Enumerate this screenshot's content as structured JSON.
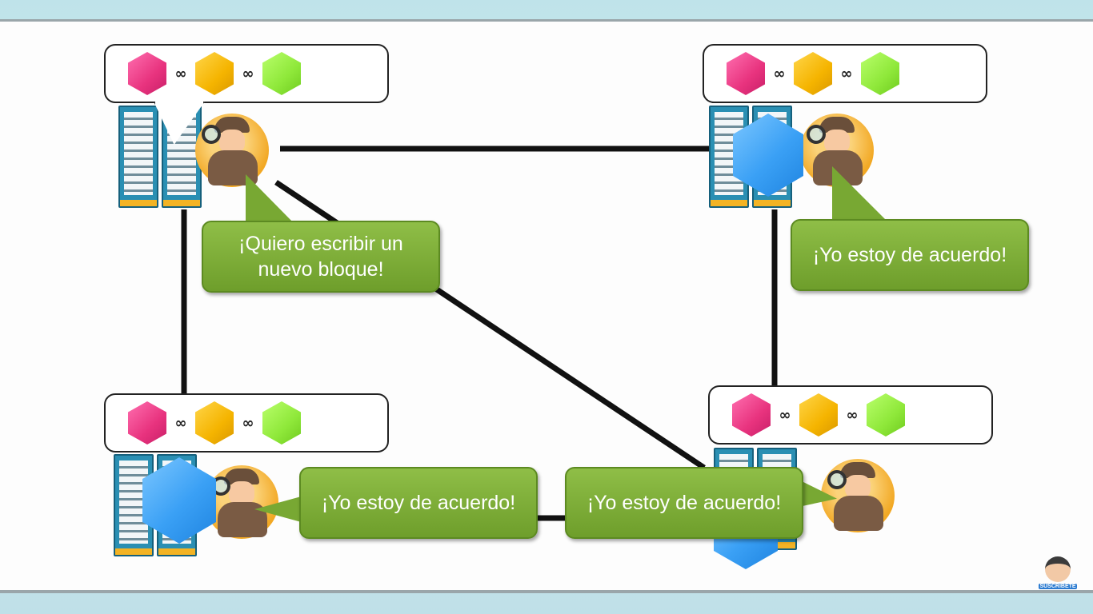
{
  "nodes": [
    {
      "id": "top-left",
      "chain": [
        "pink",
        "yellow",
        "green"
      ],
      "has_new_block": false
    },
    {
      "id": "top-right",
      "chain": [
        "pink",
        "yellow",
        "green"
      ],
      "has_new_block": true
    },
    {
      "id": "bottom-left",
      "chain": [
        "pink",
        "yellow",
        "green"
      ],
      "has_new_block": true
    },
    {
      "id": "bottom-right",
      "chain": [
        "pink",
        "yellow",
        "green"
      ],
      "has_new_block": true
    }
  ],
  "bubbles": {
    "top_left_line1": "¡Quiero escribir un",
    "top_left_line2": "nuevo bloque!",
    "top_right": "¡Yo estoy de acuerdo!",
    "bottom_left": "¡Yo estoy de acuerdo!",
    "bottom_right": "¡Yo estoy de acuerdo!"
  },
  "subscribe_label": "SUSCRIBETE",
  "colors": {
    "bubble_green": "#7aab35",
    "new_block_blue": "#3aa0f5",
    "block_pink": "#e8337e",
    "block_yellow": "#f5b400",
    "block_green": "#8fe83a"
  }
}
